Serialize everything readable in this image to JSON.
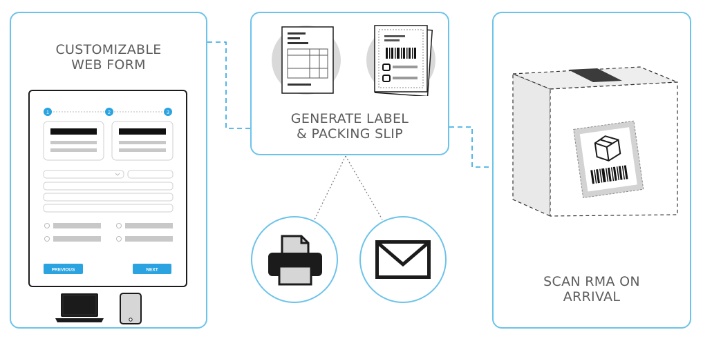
{
  "panels": {
    "web_form": {
      "title_line1": "CUSTOMIZABLE",
      "title_line2": "WEB FORM",
      "steps": [
        "1",
        "2",
        "3"
      ],
      "previous_label": "PREVIOUS",
      "next_label": "NEXT"
    },
    "generate": {
      "title_line1": "GENERATE LABEL",
      "title_line2": "& PACKING SLIP"
    },
    "scan": {
      "title_line1": "SCAN RMA ON",
      "title_line2": "ARRIVAL"
    }
  },
  "icons": [
    "document-icon",
    "label-icon",
    "printer-icon",
    "envelope-icon",
    "box-icon",
    "laptop-icon",
    "phone-icon"
  ],
  "colors": {
    "accent": "#2aa3e0",
    "border": "#6cc3ea",
    "text": "#5d5d5d",
    "gray": "#c8c8c8",
    "dark": "#1b1b1b"
  }
}
